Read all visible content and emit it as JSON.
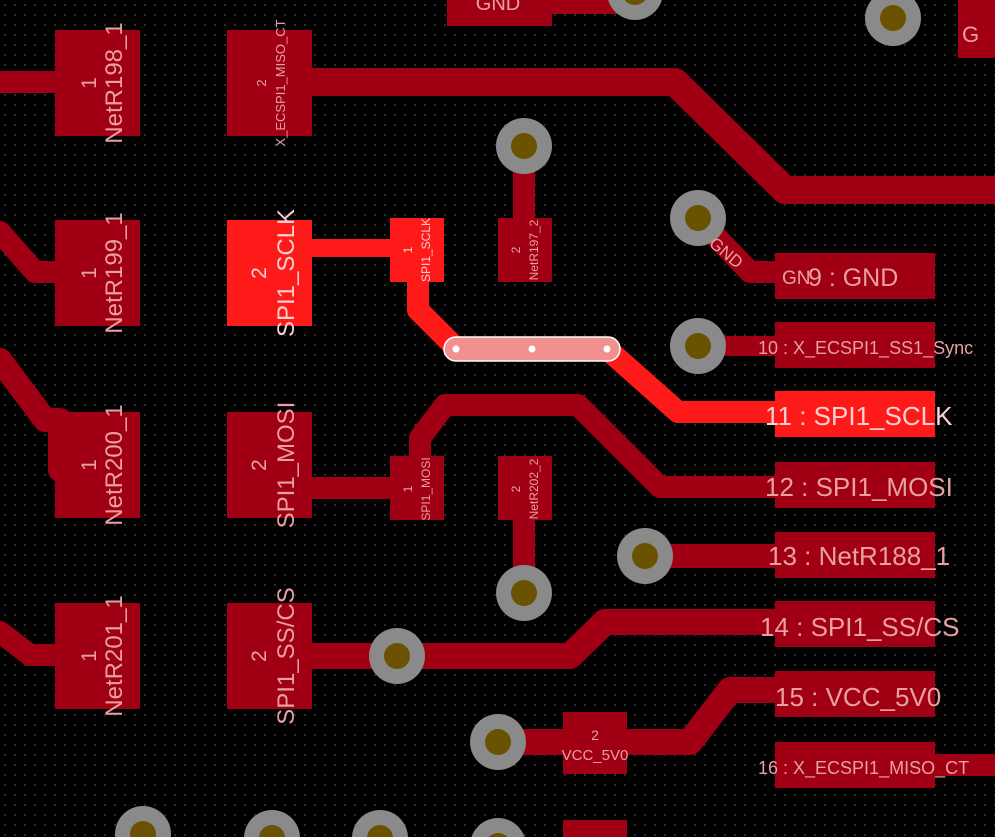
{
  "colors": {
    "background": "#000000",
    "copper": "#a10014",
    "highlight": "#ff1a1a",
    "via_ring": "#8a8a8a",
    "via_hole": "#6b5200",
    "selected_pad": "#f29090"
  },
  "resistor_left_pads": [
    {
      "pin": "1",
      "net": "NetR198_1"
    },
    {
      "pin": "1",
      "net": "NetR199_1"
    },
    {
      "pin": "1",
      "net": "NetR200_1"
    },
    {
      "pin": "1",
      "net": "NetR201_1"
    }
  ],
  "resistor_right_pads": [
    {
      "pin": "2",
      "net": "X_ECSPI1_MISO_CT"
    },
    {
      "pin": "2",
      "net": "SPI1_SCLK"
    },
    {
      "pin": "2",
      "net": "SPI1_MOSI"
    },
    {
      "pin": "2",
      "net": "SPI1_SS/CS"
    }
  ],
  "small_pads": [
    {
      "pin": "1",
      "net": "SPI1_SCLK"
    },
    {
      "pin": "2",
      "net": "NetR197_2"
    },
    {
      "pin": "1",
      "net": "SPI1_MOSI"
    },
    {
      "pin": "2",
      "net": "NetR202_2"
    }
  ],
  "vcc_pad": {
    "pin": "2",
    "net": "VCC_5V0"
  },
  "top_labels": {
    "gnd_top": "GND",
    "gnd_right": "G"
  },
  "gnd_trace_label": "GND",
  "connector_pins": [
    {
      "label": "9 : GND",
      "prefix": "GN"
    },
    {
      "label": "10 : X_ECSPI1_SS1_Sync"
    },
    {
      "label": "11 : SPI1_SCLK"
    },
    {
      "label": "12 : SPI1_MOSI"
    },
    {
      "label": "13 : NetR188_1"
    },
    {
      "label": "14 : SPI1_SS/CS"
    },
    {
      "label": "15 : VCC_5V0"
    },
    {
      "label": "16 : X_ECSPI1_MISO_CT"
    }
  ]
}
